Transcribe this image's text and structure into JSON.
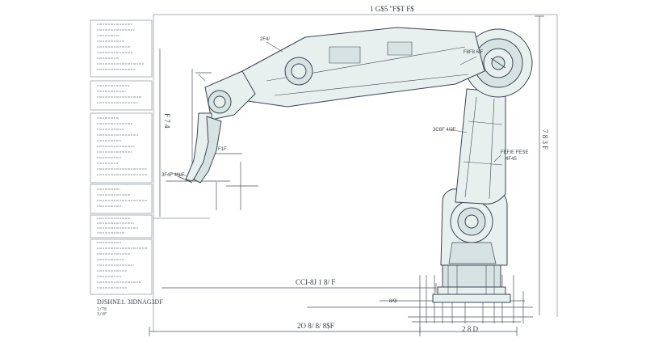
{
  "drawing": {
    "top_dimension": "1 G$5 \"F$T F$",
    "right_dimension": "7 8 3 F",
    "left_dimension": "F 7 4",
    "base_width_label": "CCI-8J 1 8/ F",
    "bottom_dimension": "2O 8/ 8/ 8$F",
    "base_dimension": "2 8 D",
    "base_small_label": "8/9/",
    "callout_elbow": "2F4/",
    "callout_wrist": "F1F",
    "callout_gripper": "3F4F 4N/F",
    "callout_upper_arm": "3C6F 4/2F",
    "callout_joint": "FEF/E FESE",
    "callout_shoulder": "4F45",
    "callout_joint_right": "F8F8 6/F"
  },
  "title_block": {
    "title": "DJSHNE1. 3IDNAG3DF",
    "subtitle": "1/78",
    "subtitle2": "3/4F"
  },
  "colors": {
    "line": "#3b4654",
    "fill": "#e8f0ef",
    "fill_dark": "#d7e3e2",
    "border": "#8a9198"
  }
}
